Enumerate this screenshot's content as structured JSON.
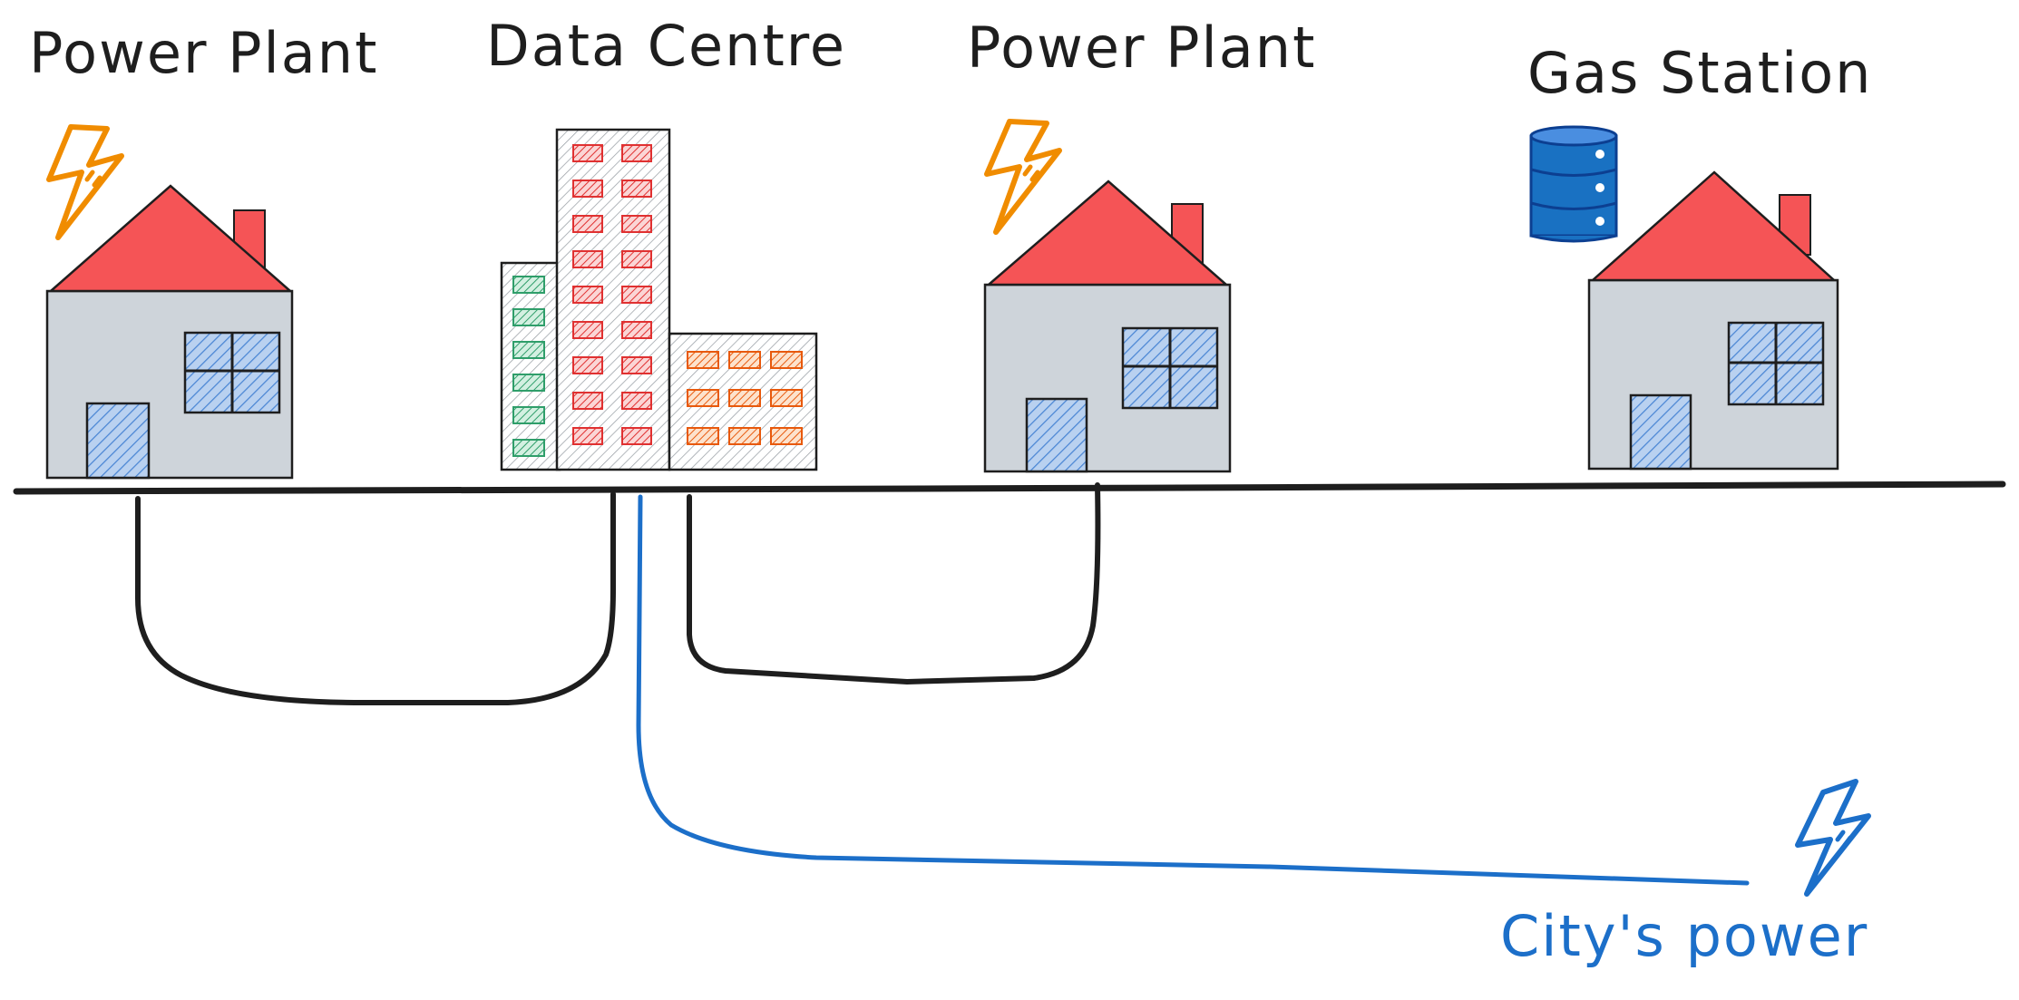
{
  "labels": {
    "power_plant_1": "Power Plant",
    "data_centre": "Data Centre",
    "power_plant_2": "Power Plant",
    "gas_station": "Gas Station",
    "city_power": "City's power"
  },
  "icons": {
    "lightning_1": "lightning-bolt-icon",
    "lightning_2": "lightning-bolt-icon",
    "lightning_city": "lightning-bolt-icon",
    "storage": "database-icon"
  },
  "colors": {
    "roof": "#f55456",
    "wall": "#ced4da",
    "window": "#7aa7de",
    "bolt_orange": "#f08c00",
    "city_blue": "#1c6fc9",
    "db_blue": "#1971c2",
    "line": "#1e1e1e",
    "dc_green": "#2f9e6a",
    "dc_red": "#e03131",
    "dc_orange": "#e8590c"
  }
}
